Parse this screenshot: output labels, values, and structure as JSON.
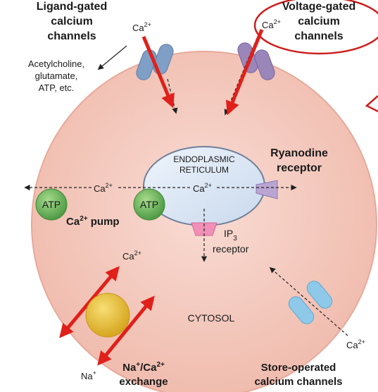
{
  "labels": {
    "ligand_title": [
      "Ligand-gated",
      "calcium",
      "channels"
    ],
    "voltage_title": [
      "Voltage-gated",
      "calcium",
      "channels"
    ],
    "agonists": [
      "Acetylcholine,",
      "glutamate,",
      "ATP, etc."
    ],
    "er": [
      "ENDOPLASMIC",
      "RETICULUM"
    ],
    "ryanodine": [
      "Ryanodine",
      "receptor"
    ],
    "ip3_base": "IP",
    "ip3_sub": "3",
    "receptor": "receptor",
    "atp": "ATP",
    "pump_ca": "Ca",
    "pump_sup": "2+",
    "pump_word": " pump",
    "cytosol": "CYTOSOL",
    "ca": "Ca",
    "ca_sup": "2+",
    "na": "Na",
    "na_sup": "+",
    "exchange_line1_na": "Na",
    "exchange_line1_sup1": "+",
    "exchange_line1_slash": "/Ca",
    "exchange_line1_sup2": "2+",
    "exchange_line2": "exchange",
    "store_title": [
      "Store-operated",
      "calcium channels"
    ]
  },
  "colors": {
    "cell": "#f4c9bf",
    "cell_edge": "#e7a99a",
    "er_fill": "#d8e6f6",
    "er_edge": "#6f7f9a",
    "ligand_channel": "#7f9fc6",
    "voltage_channel": "#9a86b8",
    "store_channel": "#8ec9ea",
    "atp": "#69b35a",
    "exchanger": "#e0b838",
    "ryanodine": "#b9a4d2",
    "ip3r": "#f08fb7",
    "arrow": "#e0201a",
    "annotation": "#cc1e1e"
  }
}
